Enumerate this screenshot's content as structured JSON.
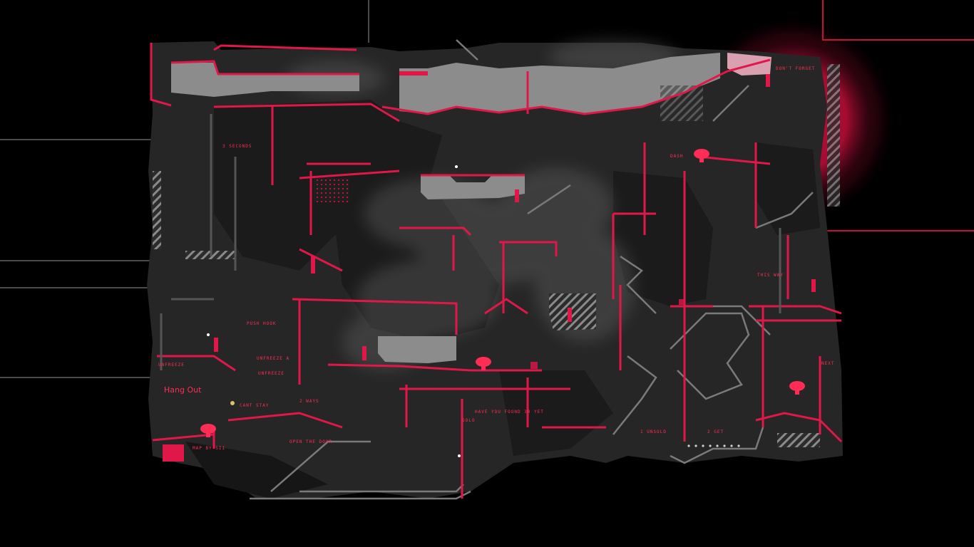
{
  "colors": {
    "background": "#000000",
    "accent": "#e0184a",
    "accent_bright": "#ff2d55",
    "rock": "#2a2a2a",
    "rock_dark": "#1c1c1c",
    "platform": "#8c8c8c",
    "fog": "#5a5a5a"
  },
  "level_title": "Hang Out",
  "hints": {
    "seconds": "3 SECONDS",
    "dash": "DASH",
    "this_way": "THIS WAY",
    "push_hook": "PUSH HOOK",
    "unfreeze_a": "UNFREEZE A",
    "unfreeze_b": "UNFREEZE",
    "unfreeze_c": "UNFREEZE",
    "cant_stay": "CANT STAY",
    "ways": "2 WAYS",
    "open_the_door": "OPEN THE DOOR",
    "map_by": "MAP BY SII",
    "have_you_found": "HAVE YOU FOUND 30 YET",
    "solo": "SOLO",
    "unsolo": "1 UNSOLO",
    "get": "2 GET",
    "notice_top": "DON'T FORGET",
    "notice_right": "NEXT"
  },
  "icons": [
    "mushroom-icon",
    "blood-moon-icon",
    "spike-icon",
    "pillar-icon"
  ]
}
